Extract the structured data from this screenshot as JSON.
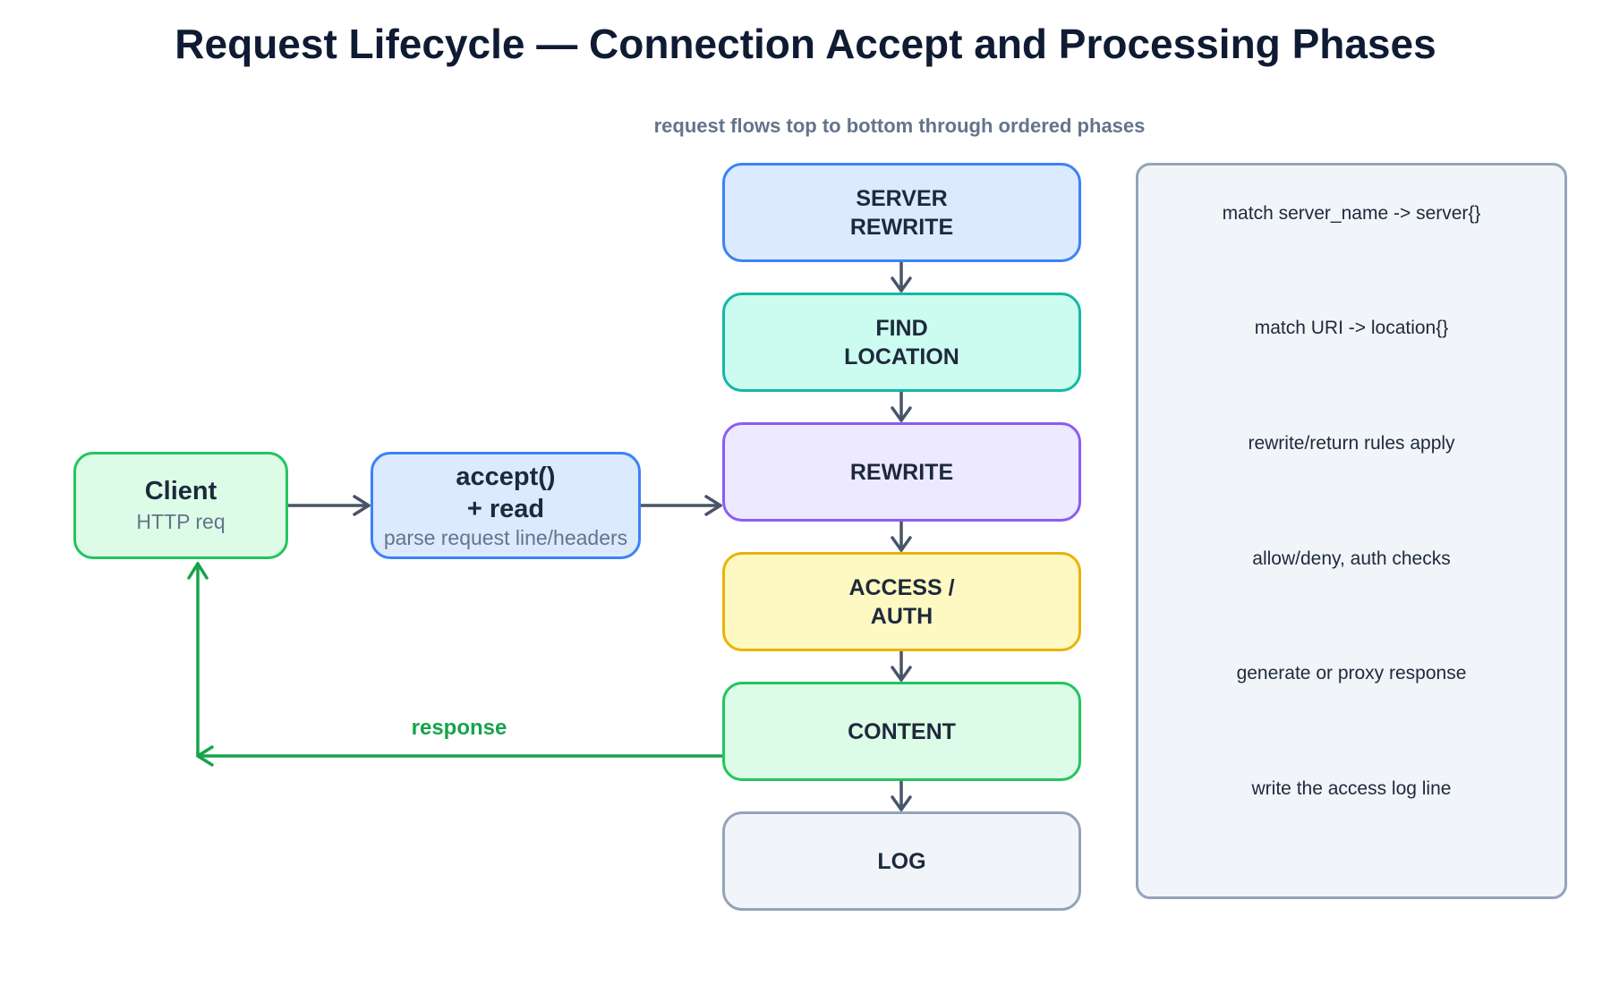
{
  "title": "Request Lifecycle — Connection Accept and Processing Phases",
  "subtitle": "request flows top to bottom through ordered phases",
  "client": {
    "label": "Client",
    "sub": "HTTP req"
  },
  "accept": {
    "label": "accept()\n+ read",
    "sub": "parse request line/headers"
  },
  "phases": [
    {
      "label": "SERVER\nREWRITE",
      "note": "match server_name -> server{}"
    },
    {
      "label": "FIND\nLOCATION",
      "note": "match URI -> location{}"
    },
    {
      "label": "REWRITE",
      "note": "rewrite/return rules apply"
    },
    {
      "label": "ACCESS /\nAUTH",
      "note": "allow/deny, auth checks"
    },
    {
      "label": "CONTENT",
      "note": "generate or proxy response"
    },
    {
      "label": "LOG",
      "note": "write the access log line"
    }
  ],
  "response_label": "response",
  "colors": {
    "arrow": "#475569",
    "response": "#16a34a"
  }
}
